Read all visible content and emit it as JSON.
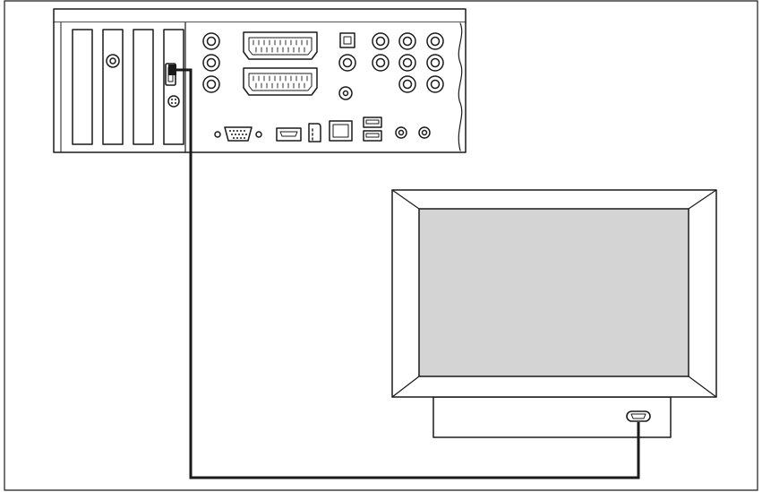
{
  "diagram": {
    "kind": "connection-illustration",
    "colors": {
      "line": "#1a1a1a",
      "cable": "#1a1a1a",
      "screen": "#d4d4d4",
      "panel": "#ffffff",
      "background": "#ffffff"
    },
    "components": {
      "pc_back_panel": {
        "expansion_slots": 4,
        "scart_ports": 2,
        "rca_jacks": 14,
        "usb_ports": 2,
        "audio_jacks": 2
      },
      "display": {
        "input_port": "hdmi-port-icon"
      },
      "cable": {
        "connects": [
          "pc-graphics-card-hdmi-port",
          "display-hdmi-port"
        ],
        "icon": "hdmi-cable-icon"
      }
    }
  }
}
